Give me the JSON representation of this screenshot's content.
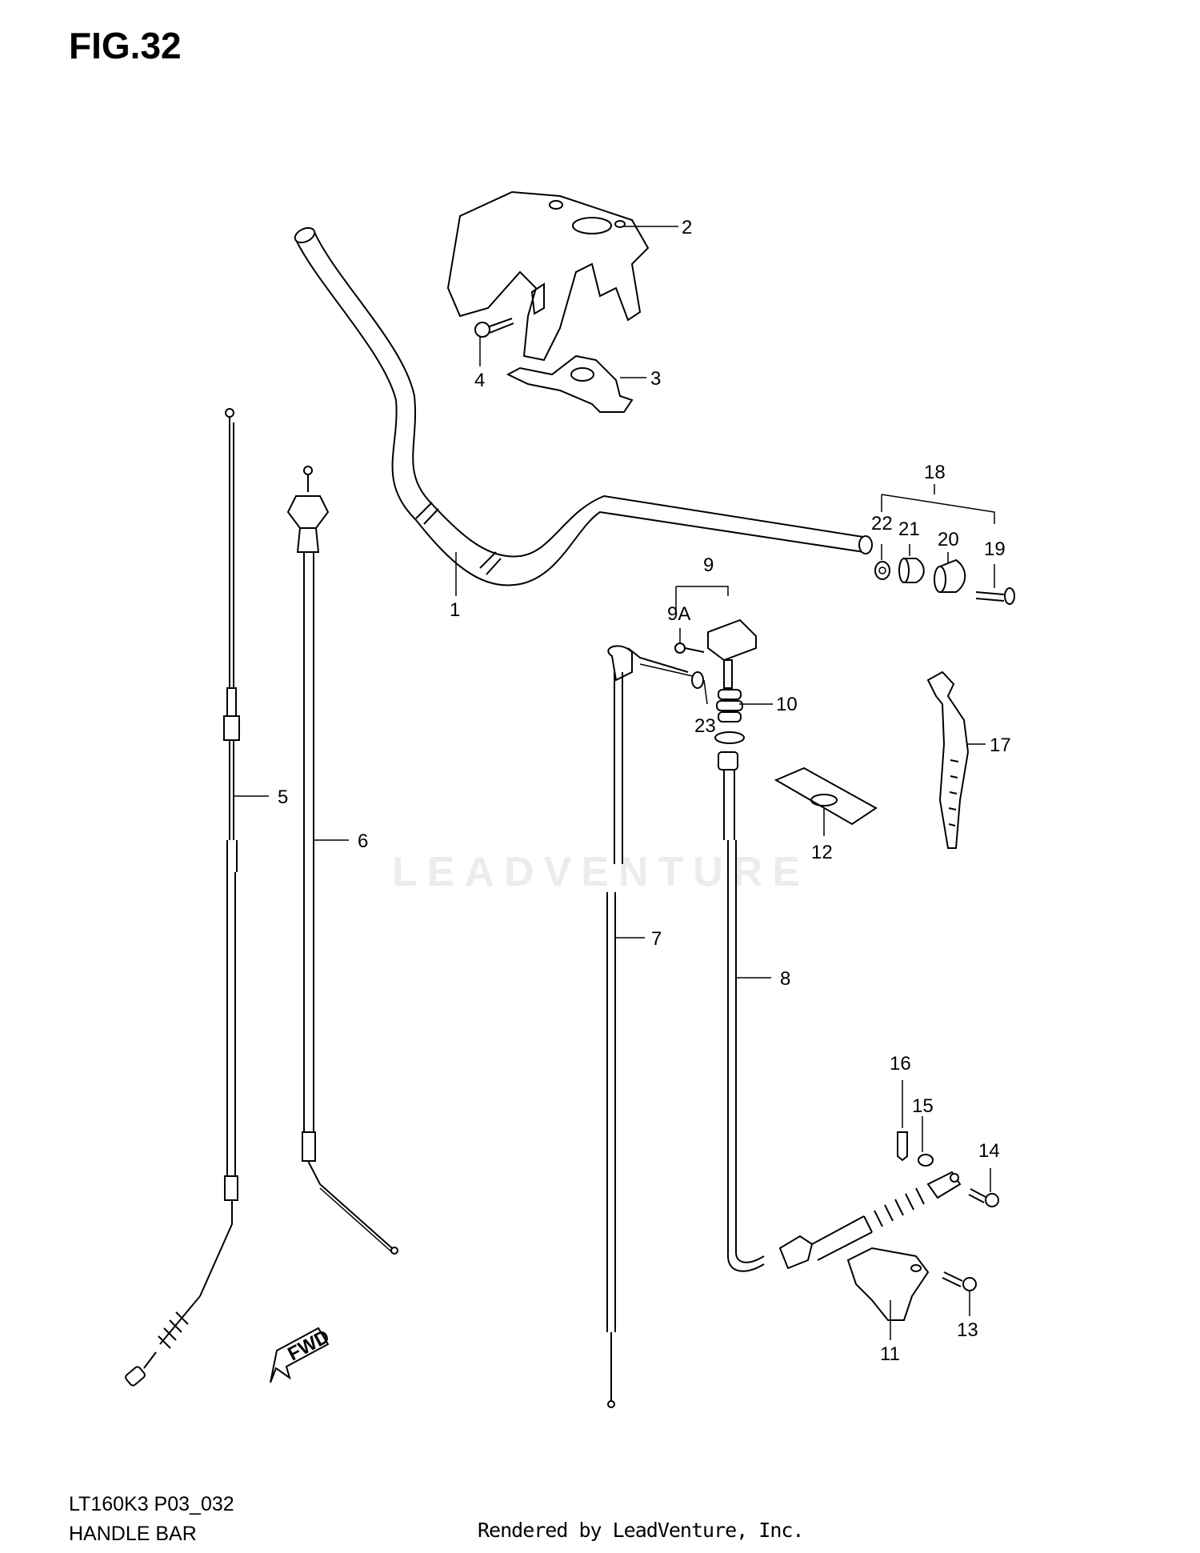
{
  "figure": {
    "title": "FIG.32",
    "code": "LT160K3 P03_032",
    "name": "HANDLE BAR",
    "credit": "Rendered by LeadVenture, Inc.",
    "watermark": "LEADVENTURE"
  },
  "callouts": {
    "c1": "1",
    "c2": "2",
    "c3": "3",
    "c4": "4",
    "c5": "5",
    "c6": "6",
    "c7": "7",
    "c8": "8",
    "c9": "9",
    "c9a": "9A",
    "c10": "10",
    "c11": "11",
    "c12": "12",
    "c13": "13",
    "c14": "14",
    "c15": "15",
    "c16": "16",
    "c17": "17",
    "c18": "18",
    "c19": "19",
    "c20": "20",
    "c21": "21",
    "c22": "22",
    "c23": "23"
  },
  "fwd_label": "FWD",
  "colors": {
    "line": "#000000",
    "background": "#ffffff",
    "watermark": "#ececec"
  }
}
